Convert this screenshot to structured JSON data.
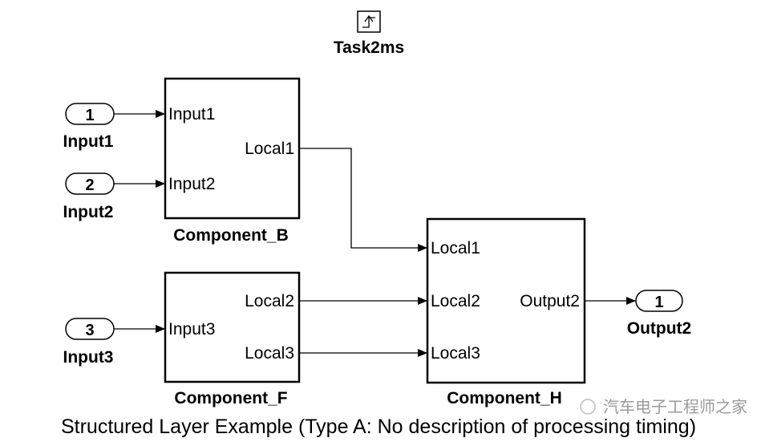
{
  "trigger": {
    "label": "Task2ms",
    "icon": "function-call-trigger-icon"
  },
  "inports": [
    {
      "id": "in1",
      "number": "1",
      "name": "Input1"
    },
    {
      "id": "in2",
      "number": "2",
      "name": "Input2"
    },
    {
      "id": "in3",
      "number": "3",
      "name": "Input3"
    }
  ],
  "outports": [
    {
      "id": "out2",
      "number": "1",
      "name": "Output2"
    }
  ],
  "blocks": {
    "B": {
      "name": "Component_B",
      "inputs": [
        "Input1",
        "Input2"
      ],
      "outputs": [
        "Local1"
      ]
    },
    "F": {
      "name": "Component_F",
      "inputs": [
        "Input3"
      ],
      "outputs": [
        "Local2",
        "Local3"
      ]
    },
    "H": {
      "name": "Component_H",
      "inputs": [
        "Local1",
        "Local2",
        "Local3"
      ],
      "outputs": [
        "Output2"
      ]
    }
  },
  "caption": "Structured Layer Example (Type A: No description of processing timing)",
  "watermark": "汽车电子工程师之家"
}
